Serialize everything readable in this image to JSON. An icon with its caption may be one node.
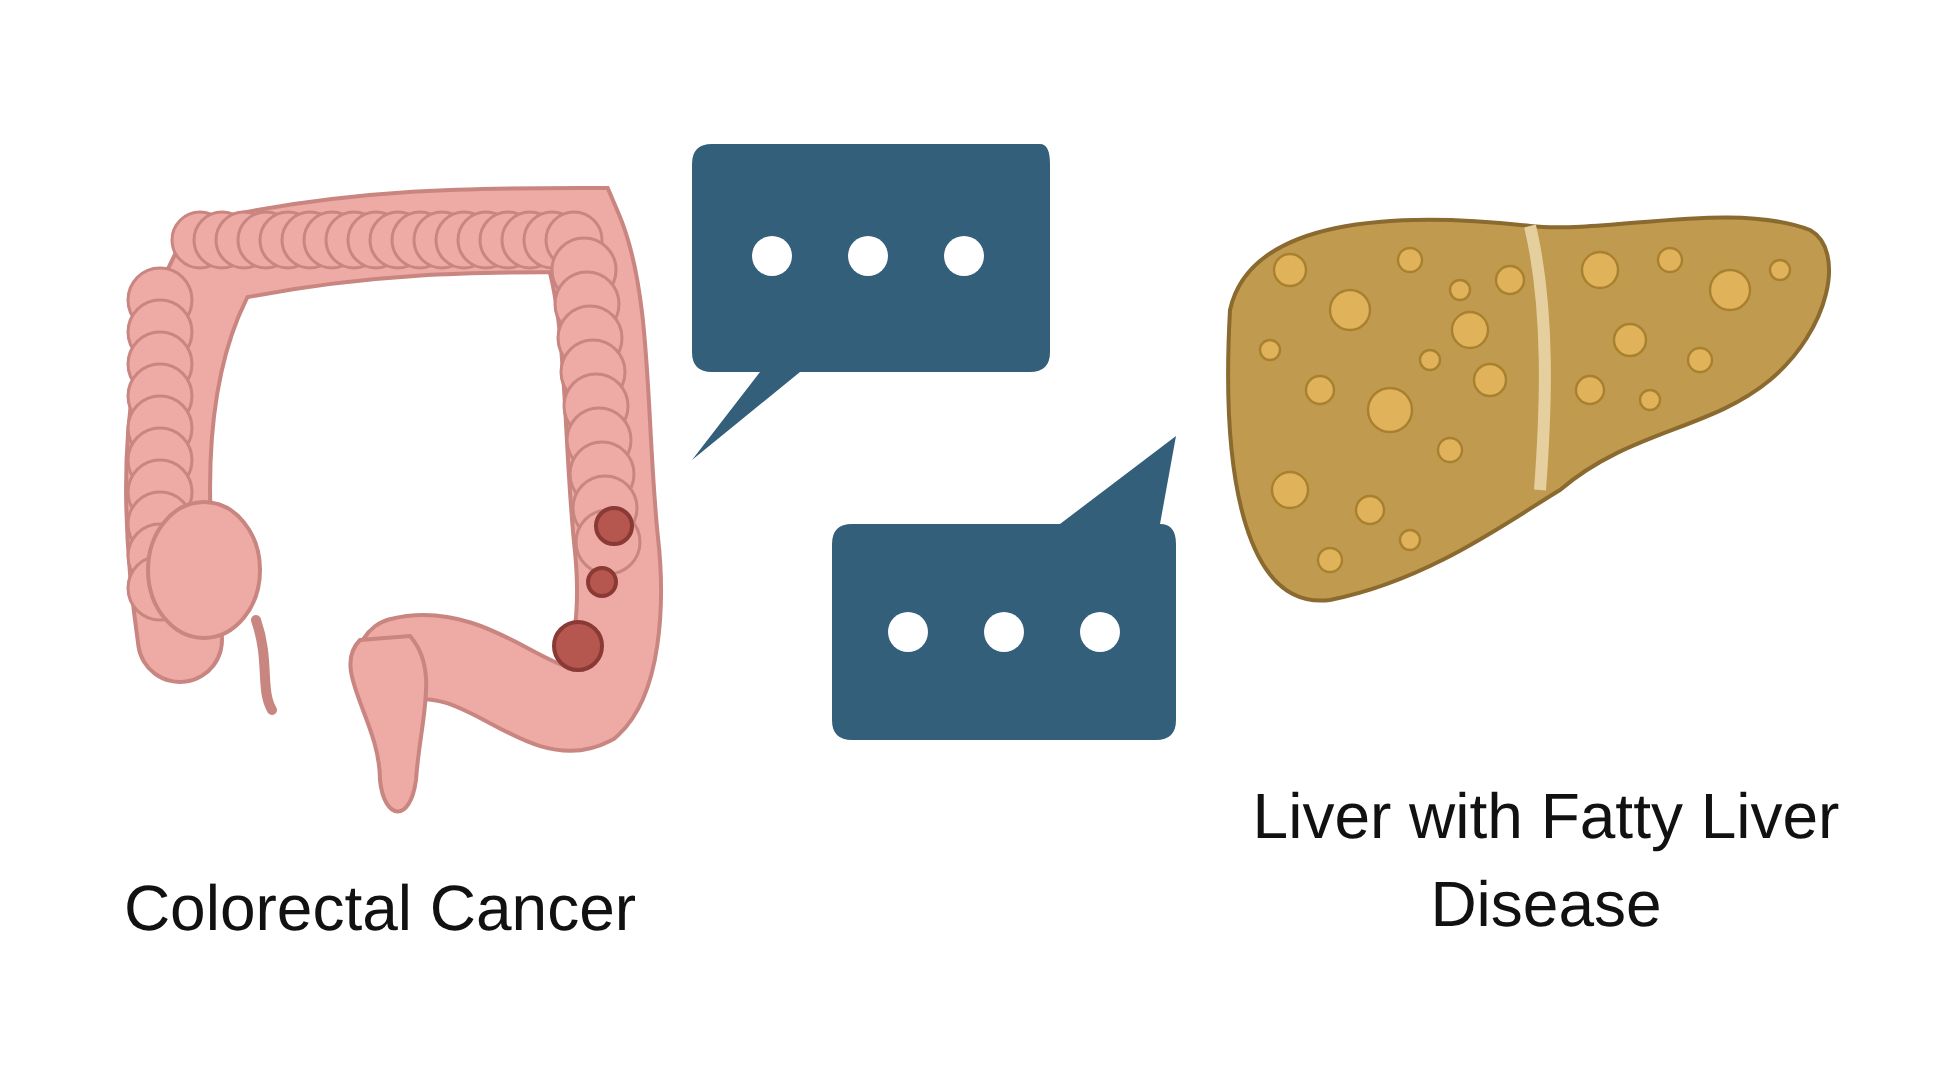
{
  "diagram": {
    "nodes": [
      {
        "text": [],
        "shape": "picture",
        "beside": [
          "Colorectal Cancer"
        ]
      },
      {
        "text": [],
        "shape": "bubble"
      },
      {
        "text": [],
        "shape": "bubble"
      },
      {
        "text": [],
        "shape": "picture"
      }
    ],
    "labels": [
      "Liver with Fatty Liver Disease"
    ]
  }
}
